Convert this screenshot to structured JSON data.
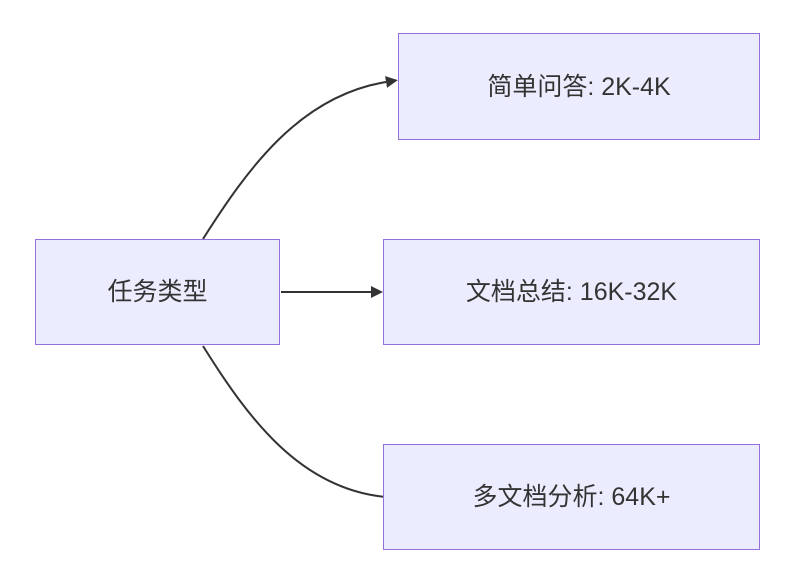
{
  "diagram": {
    "type": "flowchart",
    "direction": "left-to-right",
    "root": {
      "id": "task-type",
      "label": "任务类型"
    },
    "nodes": [
      {
        "id": "simple-qa",
        "label": "简单问答: 2K-4K"
      },
      {
        "id": "doc-summary",
        "label": "文档总结: 16K-32K"
      },
      {
        "id": "multi-doc",
        "label": "多文档分析: 64K+"
      }
    ],
    "edges": [
      {
        "from": "task-type",
        "to": "simple-qa"
      },
      {
        "from": "task-type",
        "to": "doc-summary"
      },
      {
        "from": "task-type",
        "to": "multi-doc"
      }
    ]
  },
  "colors": {
    "node_fill": "#ECECFF",
    "node_border": "#9370DB",
    "edge_color": "#333333",
    "text_color": "#333333",
    "background": "#FFFFFF"
  }
}
